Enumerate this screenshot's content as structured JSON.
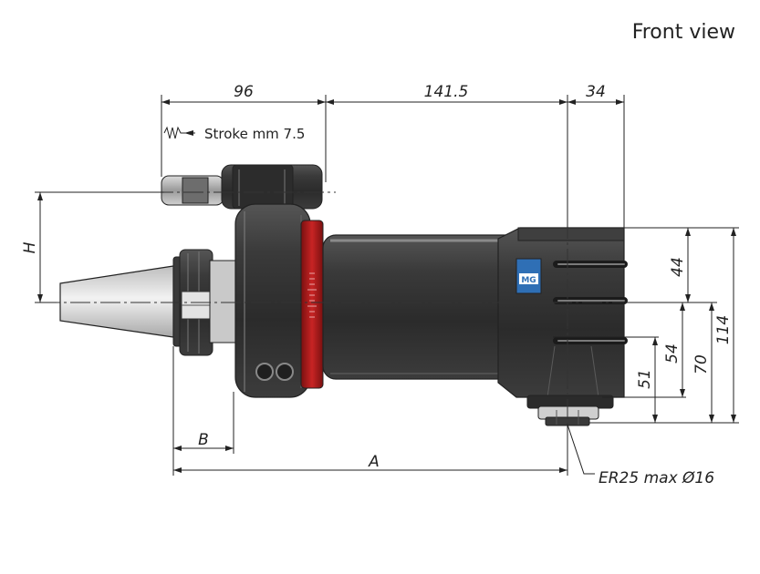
{
  "view_title": "Front view",
  "stroke_label": "Stroke mm 7.5",
  "collet_label": "ER25 max Ø16",
  "dimensions": {
    "d96": "96",
    "d141_5": "141.5",
    "d34": "34",
    "dH": "H",
    "dB": "B",
    "dA": "A",
    "d44": "44",
    "d114": "114",
    "d54": "54",
    "d70": "70",
    "d51": "51"
  },
  "logo_text": "MG",
  "colors": {
    "body_dark": "#2e2e2e",
    "body_mid": "#4a4a4a",
    "highlight": "#8a8a8a",
    "ring_red": "#b51d1d",
    "taper_light": "#d4d4d4",
    "logo_blue": "#2f6fb5"
  }
}
